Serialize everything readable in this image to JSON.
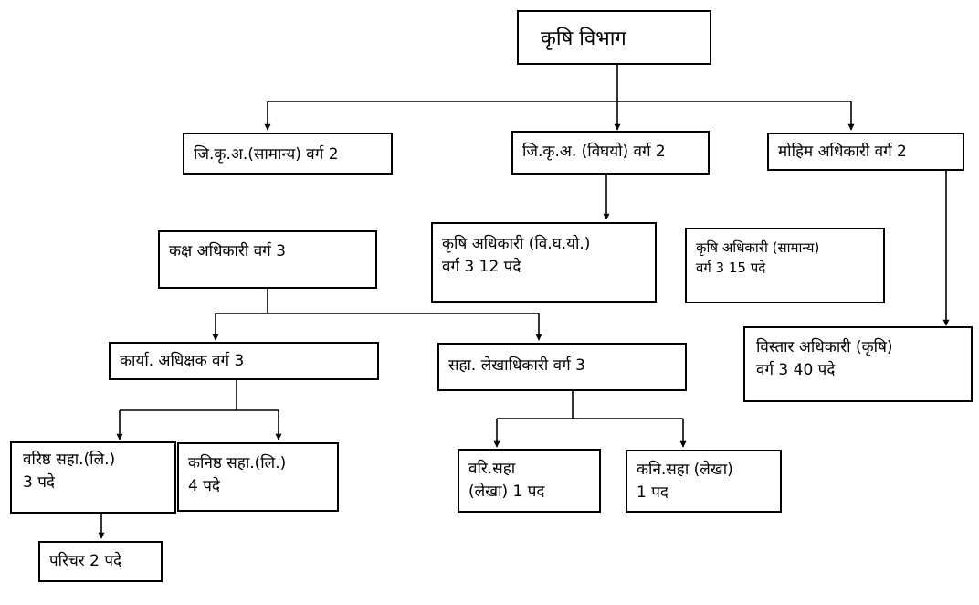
{
  "nodes": {
    "root": "कृषि विभाग",
    "jka_general": "जि.कृ.अ.(सामान्य) वर्ग 2",
    "jka_vighayo": "जि.कृ.अ. (विघयो) वर्ग 2",
    "mohim": "मोहिम अधिकारी  वर्ग 2",
    "kaksh": "कक्ष अधिकारी वर्ग 3",
    "ka_vighayo_1": "कृषि अधिकारी (वि.घ.यो.)",
    "ka_vighayo_2": "वर्ग 3     12 पदे",
    "ka_samanya_1": "कृषि अधिकारी (सामान्य)",
    "ka_samanya_2": "वर्ग 3    15 पदे",
    "vistar_1": "विस्तार अधिकारी (कृषि)",
    "vistar_2": "वर्ग 3   40 पदे",
    "karya": "कार्या. अधिक्षक वर्ग 3",
    "saha_lekha": "सहा. लेखाधिकारी वर्ग 3",
    "varishth_1": "वरिष्ठ सहा.(लि.)",
    "varishth_2": "3 पदे",
    "kanishth_1": "कनिष्ठ सहा.(लि.)",
    "kanishth_2": "4 पदे",
    "vari_lekha_1": "वरि.सहा",
    "vari_lekha_2": "(लेखा) 1 पद",
    "kani_lekha_1": "कनि.सहा (लेखा)",
    "kani_lekha_2": "1 पद",
    "parichar": "परिचर 2 पदे"
  },
  "colors": {
    "line": "#000000",
    "box_border": "#000000",
    "background": "#ffffff"
  }
}
